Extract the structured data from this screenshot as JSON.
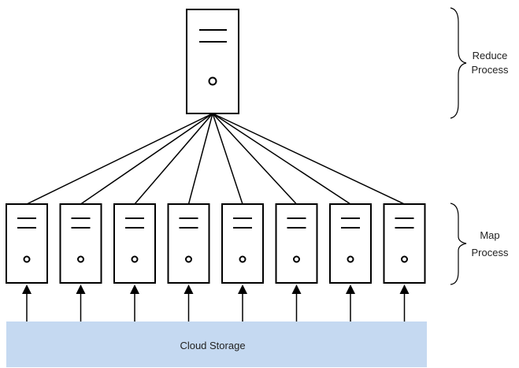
{
  "reduce": {
    "label_line1": "Reduce",
    "label_line2": "Process"
  },
  "map": {
    "label_line1": "Map",
    "label_line2": "Process",
    "server_count": 8
  },
  "storage": {
    "label": "Cloud Storage"
  },
  "colors": {
    "storage_fill": "#c5d9f1",
    "stroke": "#000000",
    "server_fill": "#ffffff"
  },
  "icons": {
    "server": "server-tower-icon",
    "arrow": "arrow-up-icon",
    "brace": "curly-brace-icon"
  }
}
